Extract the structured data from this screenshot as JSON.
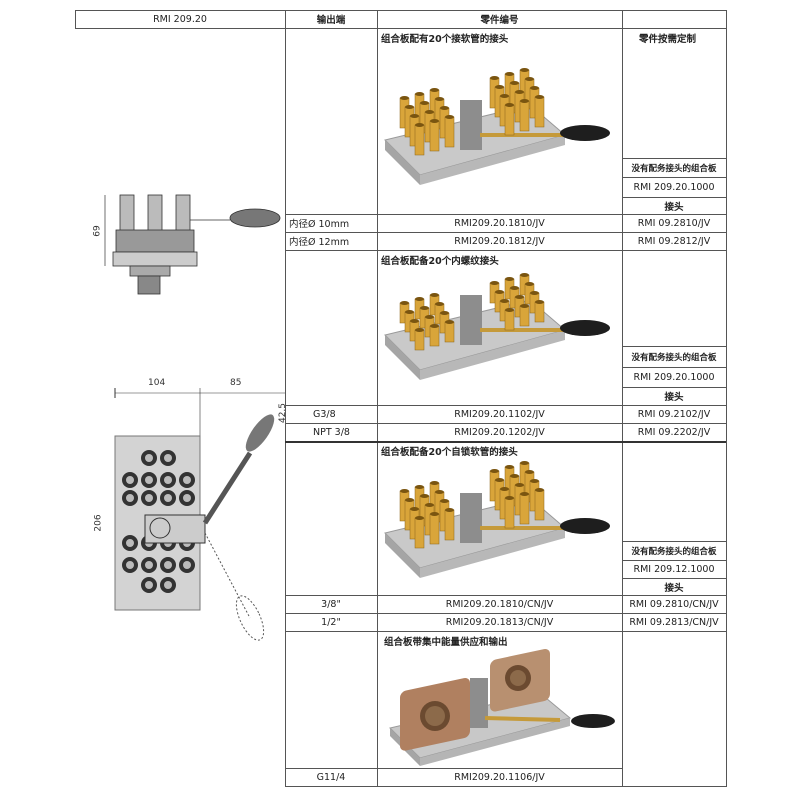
{
  "header": {
    "col1": "RMI 209.20",
    "col2": "输出端",
    "col3": "零件编号",
    "col4": ""
  },
  "custom_note": "零件按需定制",
  "drawing": {
    "dim_height_side": "69",
    "dim_width": "104",
    "dim_handle": "85",
    "dim_offset": "42.5",
    "dim_length": "206"
  },
  "sections": [
    {
      "title": "组合板配有20个接软管的接头",
      "side": [
        "没有配务接头的组合板",
        "RMI 209.20.1000",
        "接头"
      ],
      "rows": [
        {
          "output": "内径Ø 10mm",
          "part": "RMI209.20.1810/JV",
          "fitting": "RMI 09.2810/JV"
        },
        {
          "output": "内径Ø  12mm",
          "part": "RMI209.20.1812/JV",
          "fitting": "RMI 09.2812/JV"
        }
      ]
    },
    {
      "title": "组合板配备20个内螺纹接头",
      "side": [
        "没有配务接头的组合板",
        "RMI 209.20.1000",
        "接头"
      ],
      "rows": [
        {
          "output": "G3/8",
          "part": "RMI209.20.1102/JV",
          "fitting": "RMI 09.2102/JV"
        },
        {
          "output": "NPT 3/8",
          "part": "RMI209.20.1202/JV",
          "fitting": "RMI 09.2202/JV"
        }
      ]
    },
    {
      "title": "组合板配备20个自锁软管的接头",
      "side": [
        "没有配务接头的组合板",
        "RMI 209.12.1000",
        "接头"
      ],
      "rows": [
        {
          "output": "3/8\"",
          "part": "RMI209.20.1810/CN/JV",
          "fitting": "RMI 09.2810/CN/JV"
        },
        {
          "output": "1/2\"",
          "part": "RMI209.20.1813/CN/JV",
          "fitting": "RMI 09.2813/CN/JV"
        }
      ]
    },
    {
      "title": "组合板带集中能量供应和输出",
      "side": [],
      "rows": [
        {
          "output": "G11/4",
          "part": "RMI209.20.1106/JV",
          "fitting": ""
        }
      ]
    }
  ],
  "colors": {
    "brass": "#d9a53a",
    "plate": "#c9c9c9",
    "handle": "#1e1e1e",
    "bronze": "#b08060",
    "line": "#555555"
  }
}
